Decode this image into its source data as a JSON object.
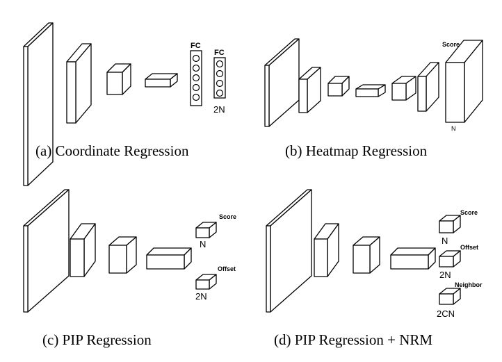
{
  "panels": {
    "a": {
      "caption": "(a)  Coordinate Regression",
      "fc1_label": "FC",
      "fc2_label": "FC",
      "fc2_dim": "2N"
    },
    "b": {
      "caption": "(b)  Heatmap Regression",
      "score_label": "Score",
      "score_dim": "N"
    },
    "c": {
      "caption": "(c)  PIP Regression",
      "score_label": "Score",
      "score_dim": "N",
      "offset_label": "Offset",
      "offset_dim": "2N"
    },
    "d": {
      "caption": "(d)  PIP Regression + NRM",
      "score_label": "Score",
      "score_dim": "N",
      "offset_label": "Offset",
      "offset_dim": "2N",
      "neighbor_label": "Neighbor",
      "neighbor_dim": "2CN"
    }
  }
}
